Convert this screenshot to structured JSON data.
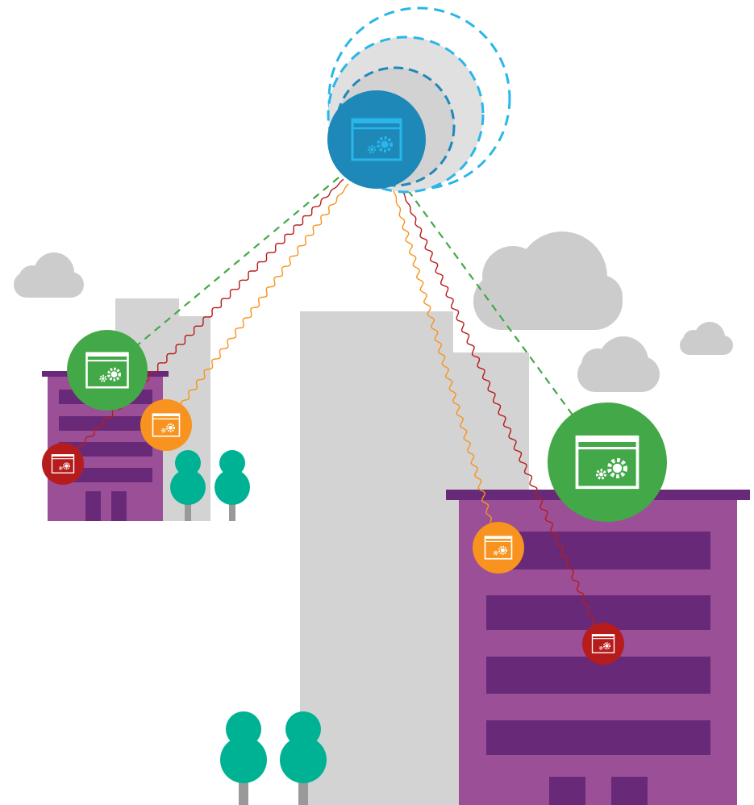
{
  "colors": {
    "central_node": "#1e88b8",
    "central_icon": "#29b6e8",
    "halo_stroke": "#29b6e8",
    "halo_fill": "#e0e0e0",
    "green_node": "#43a847",
    "orange_node": "#f7931e",
    "red_node": "#b71c1c",
    "building": "#9b4f96",
    "building_dark": "#682a78",
    "city_gray": "#d3d3d3",
    "cloud": "#cccccc",
    "tree": "#00b294",
    "trunk": "#999999",
    "link_green": "#43a847",
    "link_orange": "#f7931e",
    "link_red": "#b71c1c"
  },
  "icons": {
    "central": "app-gear-window-icon",
    "green": "app-gear-window-icon",
    "orange": "app-gear-window-icon",
    "red": "app-gear-window-icon"
  },
  "diagram": {
    "nodes": [
      {
        "name": "central-node",
        "role": "hub",
        "color": "central_node"
      },
      {
        "name": "green-node-left",
        "role": "primary",
        "color": "green_node"
      },
      {
        "name": "orange-node-left",
        "role": "secondary",
        "color": "orange_node"
      },
      {
        "name": "red-node-left",
        "role": "tertiary",
        "color": "red_node"
      },
      {
        "name": "green-node-right",
        "role": "primary",
        "color": "green_node"
      },
      {
        "name": "orange-node-right",
        "role": "secondary",
        "color": "orange_node"
      },
      {
        "name": "red-node-right",
        "role": "tertiary",
        "color": "red_node"
      }
    ],
    "links": [
      {
        "from": "central-node",
        "to": "green-node-left",
        "style": "dashed",
        "color": "link_green"
      },
      {
        "from": "central-node",
        "to": "orange-node-left",
        "style": "wavy",
        "color": "link_orange"
      },
      {
        "from": "central-node",
        "to": "red-node-left",
        "style": "wavy",
        "color": "link_red"
      },
      {
        "from": "central-node",
        "to": "green-node-right",
        "style": "dashed",
        "color": "link_green"
      },
      {
        "from": "central-node",
        "to": "orange-node-right",
        "style": "wavy",
        "color": "link_orange"
      },
      {
        "from": "central-node",
        "to": "red-node-right",
        "style": "wavy",
        "color": "link_red"
      }
    ]
  }
}
